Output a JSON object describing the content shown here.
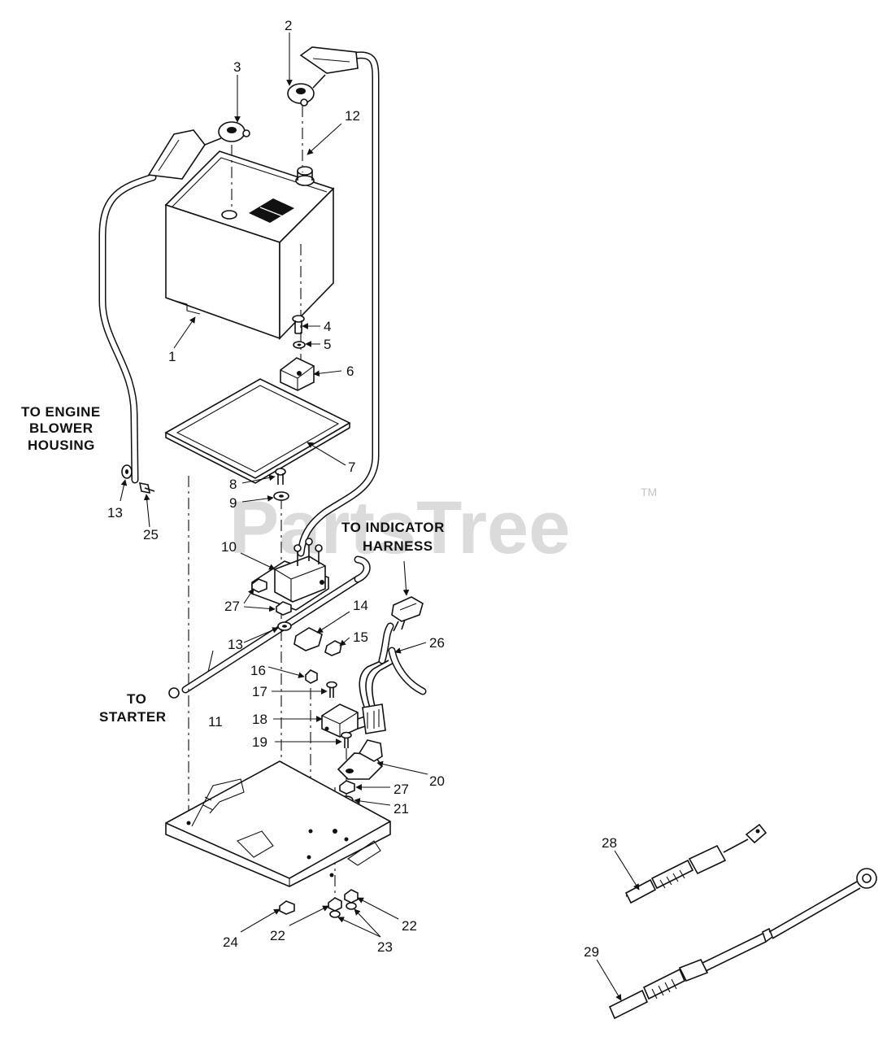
{
  "watermark": {
    "text": "PartsTree",
    "trademark": "TM"
  },
  "notes": {
    "engine_line1": "TO ENGINE",
    "engine_line2": "BLOWER",
    "engine_line3": "HOUSING",
    "indicator_line1": "TO INDICATOR",
    "indicator_line2": "HARNESS",
    "starter_line1": "TO",
    "starter_line2": "STARTER"
  },
  "callouts": {
    "c1": "1",
    "c2": "2",
    "c3": "3",
    "c4": "4",
    "c5": "5",
    "c6": "6",
    "c7": "7",
    "c8": "8",
    "c9": "9",
    "c10": "10",
    "c11": "11",
    "c12": "12",
    "c13a": "13",
    "c13b": "13",
    "c14": "14",
    "c15": "15",
    "c16": "16",
    "c17": "17",
    "c18": "18",
    "c19": "19",
    "c20": "20",
    "c21": "21",
    "c22a": "22",
    "c22b": "22",
    "c23": "23",
    "c24": "24",
    "c25": "25",
    "c26": "26",
    "c27a": "27",
    "c27b": "27",
    "c28": "28",
    "c29": "29"
  }
}
